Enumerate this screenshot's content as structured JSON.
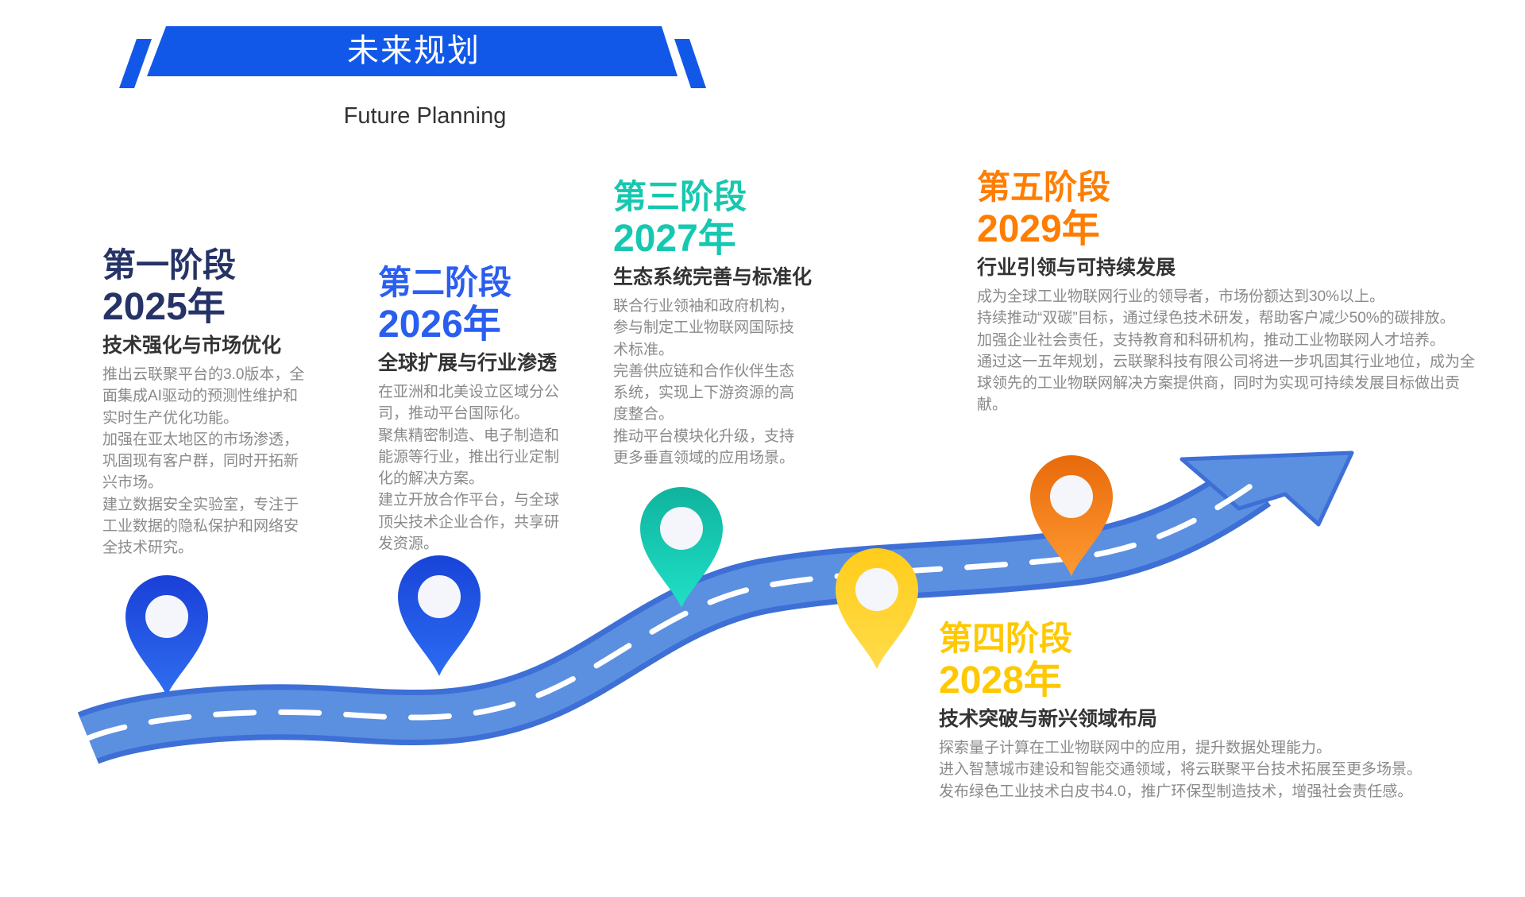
{
  "header": {
    "title": "未来规划",
    "subtitle": "Future Planning"
  },
  "colors": {
    "banner": "#1258e8",
    "road": "#5b8fe0",
    "road_edge": "#3d6fd6",
    "body_text": "#8a8a8a"
  },
  "stages": [
    {
      "stage": "第一阶段",
      "year": "2025年",
      "heading": "技术强化与市场优化",
      "color": "#263366",
      "pin_color": "#1c4fe0",
      "lines": [
        "推出云联聚平台的3.0版本，全",
        "面集成AI驱动的预测性维护和",
        "实时生产优化功能。",
        "加强在亚太地区的市场渗透，",
        "巩固现有客户群，同时开拓新",
        "兴市场。",
        "建立数据安全实验室，专注于",
        "工业数据的隐私保护和网络安",
        "全技术研究。"
      ]
    },
    {
      "stage": "第二阶段",
      "year": "2026年",
      "heading": "全球扩展与行业渗透",
      "color": "#2a5ef0",
      "pin_color": "#1a55e6",
      "lines": [
        "在亚洲和北美设立区域分公",
        "司，推动平台国际化。",
        "聚焦精密制造、电子制造和",
        "能源等行业，推出行业定制",
        "化的解决方案。",
        "建立开放合作平台，与全球",
        "顶尖技术企业合作，共享研",
        "发资源。"
      ]
    },
    {
      "stage": "第三阶段",
      "year": "2027年",
      "heading": "生态系统完善与标准化",
      "color": "#16c8b0",
      "pin_color": "#14c0aa",
      "lines": [
        "联合行业领袖和政府机构，",
        "参与制定工业物联网国际技",
        "术标准。",
        "完善供应链和合作伙伴生态",
        "系统，实现上下游资源的高",
        "度整合。",
        "推动平台模块化升级，支持",
        "更多垂直领域的应用场景。"
      ]
    },
    {
      "stage": "第四阶段",
      "year": "2028年",
      "heading": "技术突破与新兴领域布局",
      "color": "#ffc800",
      "pin_color": "#ffd233",
      "lines": [
        "探索量子计算在工业物联网中的应用，提升数据处理能力。",
        "进入智慧城市建设和智能交通领域，将云联聚平台技术拓展至更多场景。",
        "发布绿色工业技术白皮书4.0，推广环保型制造技术，增强社会责任感。"
      ]
    },
    {
      "stage": "第五阶段",
      "year": "2029年",
      "heading": "行业引领与可持续发展",
      "color": "#ff7d00",
      "pin_color": "#f07d14",
      "lines": [
        "成为全球工业物联网行业的领导者，市场份额达到30%以上。",
        "持续推动“双碳”目标，通过绿色技术研发，帮助客户减少50%的碳排放。",
        "加强企业社会责任，支持教育和科研机构，推动工业物联网人才培养。",
        "通过这一五年规划，云联聚科技有限公司将进一步巩固其行业地位，成为全",
        "球领先的工业物联网解决方案提供商，同时为实现可持续发展目标做出贡",
        "献。"
      ]
    }
  ]
}
